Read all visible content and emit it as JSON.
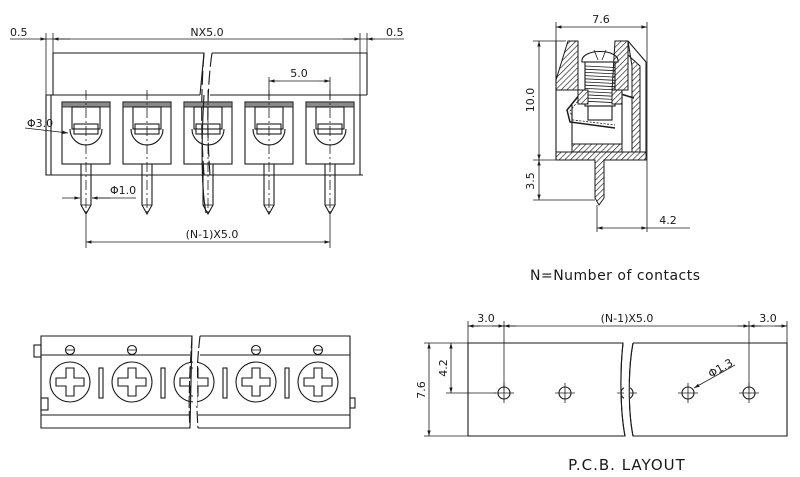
{
  "drawing": {
    "front_view": {
      "overall_width": "NX5.0",
      "left_offset": "0.5",
      "right_offset": "0.5",
      "pitch": "5.0",
      "screw_diameter": "Φ3.0",
      "pin_diameter": "Φ1.0",
      "pin_span": "(N-1)X5.0",
      "pole_count_shown": 5
    },
    "side_view": {
      "width": "7.6",
      "body_height": "10.0",
      "pin_length": "3.5",
      "pin_offset": "4.2"
    },
    "note": "N=Number of contacts",
    "top_view": {
      "pole_count_shown": 5
    },
    "pcb_layout": {
      "left_margin": "3.0",
      "hole_span": "(N-1)X5.0",
      "right_margin": "3.0",
      "height": "7.6",
      "hole_row_offset": "4.2",
      "hole_diameter": "Φ1.3",
      "caption": "P.C.B. LAYOUT"
    }
  }
}
